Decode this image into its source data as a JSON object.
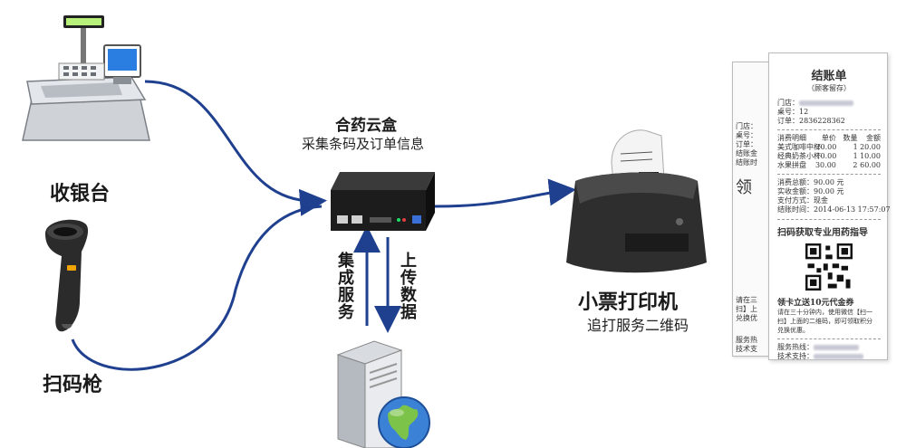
{
  "nodes": {
    "cashier": {
      "label": "收银台"
    },
    "scanner": {
      "label": "扫码枪"
    },
    "cloud_box": {
      "title": "合药云盒",
      "subtitle": "采集条码及订单信息"
    },
    "printer": {
      "title": "小票打印机",
      "subtitle": "追打服务二维码"
    },
    "server": {
      "up_label": "上传数据",
      "down_label": "集成服务"
    }
  },
  "receipt": {
    "title": "结账单",
    "subtitle": "（顾客留存）",
    "store_label": "门店：",
    "table_label": "桌号：",
    "table_value": "12",
    "order_label": "订单：",
    "order_value": "2836228362",
    "items_header": {
      "name": "消费明细",
      "price": "单价",
      "qty": "数量",
      "amount": "金额"
    },
    "items": [
      {
        "name": "美式咖啡中杯",
        "price": "20.00",
        "qty": "1",
        "amount": "20.00"
      },
      {
        "name": "经典奶茶小杯",
        "price": "10.00",
        "qty": "1",
        "amount": "10.00"
      },
      {
        "name": "水果拼盘",
        "price": "30.00",
        "qty": "2",
        "amount": "60.00"
      }
    ],
    "total_label": "消费总额：",
    "total_value": "90.00 元",
    "paid_label": "实收金额：",
    "paid_value": "90.00 元",
    "pay_method_label": "支付方式：",
    "pay_method_value": "现金",
    "time_label": "结账时间：",
    "time_value": "2014-06-13 17:57:07",
    "qr_heading": "扫码获取专业用药指导",
    "coupon_heading": "领卡立送10元代金券",
    "note_lines": [
      "请在三十分钟内，使用微信【扫一",
      "扫】上面的二维码，即可领取积分",
      "兑换优惠。"
    ],
    "hotline_label": "服务热线：",
    "support_label": "技术支持："
  },
  "back_receipt": {
    "lines": [
      "门店：",
      "桌号：",
      "订单：",
      "结账金",
      "结账时"
    ],
    "fragment": "领",
    "bottom_lines": [
      "请在三",
      "扫】上",
      "兑换优"
    ],
    "service_lines": [
      "服务热",
      "技术支"
    ]
  },
  "colors": {
    "connector": "#1f3f8f",
    "arrow": "#1f3f8f"
  }
}
